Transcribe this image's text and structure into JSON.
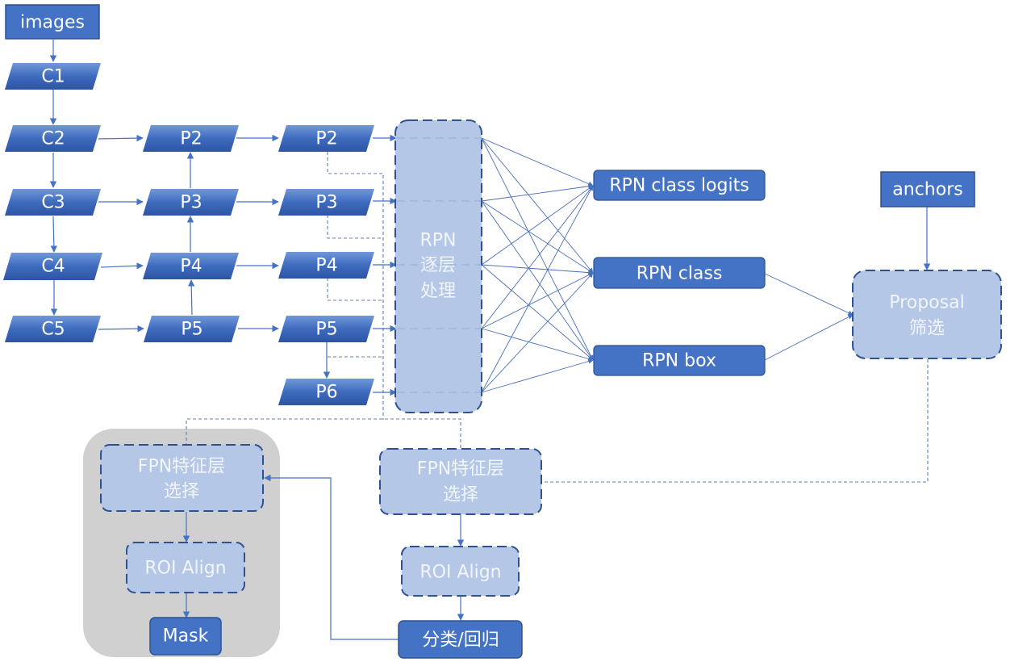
{
  "title": "Mask R-CNN FPN pipeline diagram",
  "colors": {
    "solid_node": "#4472c4",
    "parallelogram_top": "#6d95d6",
    "parallelogram_bottom": "#2f57a6",
    "light_node": "#b4c7e7",
    "dashed_border": "#2f528f",
    "edge": "#4472c4",
    "mask_group_bg": "#d0d0d0"
  },
  "nodes": {
    "images": "images",
    "c1": "C1",
    "c2": "C2",
    "c3": "C3",
    "c4": "C4",
    "c5": "C5",
    "p2a": "P2",
    "p3a": "P3",
    "p4a": "P4",
    "p5a": "P5",
    "p2b": "P2",
    "p3b": "P3",
    "p4b": "P4",
    "p5b": "P5",
    "p6": "P6",
    "rpn_layer": [
      "RPN",
      "逐层",
      "处理"
    ],
    "rpn_class_logits": "RPN class logits",
    "rpn_class": "RPN class",
    "rpn_box": "RPN box",
    "anchors": "anchors",
    "proposal": [
      "Proposal",
      "筛选"
    ],
    "fpn_select_mask": [
      "FPN特征层",
      "选择"
    ],
    "roi_align_mask": "ROI Align",
    "mask": "Mask",
    "fpn_select_cls": [
      "FPN特征层",
      "选择"
    ],
    "roi_align_cls": "ROI Align",
    "cls_reg": "分类/回归"
  }
}
